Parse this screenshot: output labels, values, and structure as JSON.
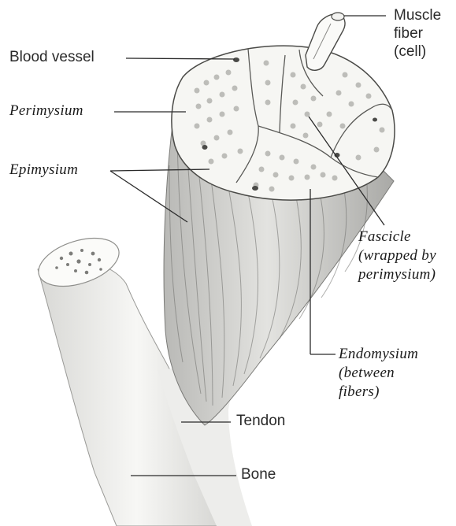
{
  "labels": {
    "muscle_fiber": [
      "Muscle",
      "fiber",
      "(cell)"
    ],
    "blood_vessel": "Blood vessel",
    "perimysium": "Perimysium",
    "epimysium": "Epimysium",
    "fascicle": [
      "Fascicle",
      "(wrapped by",
      "perimysium)"
    ],
    "endomysium": [
      "Endomysium",
      "(between",
      "fibers)"
    ],
    "tendon": "Tendon",
    "bone": "Bone"
  },
  "colors": {
    "line": "#2b2b2b",
    "shade": "#8a8a8a",
    "fill": "#f4f4f2"
  }
}
